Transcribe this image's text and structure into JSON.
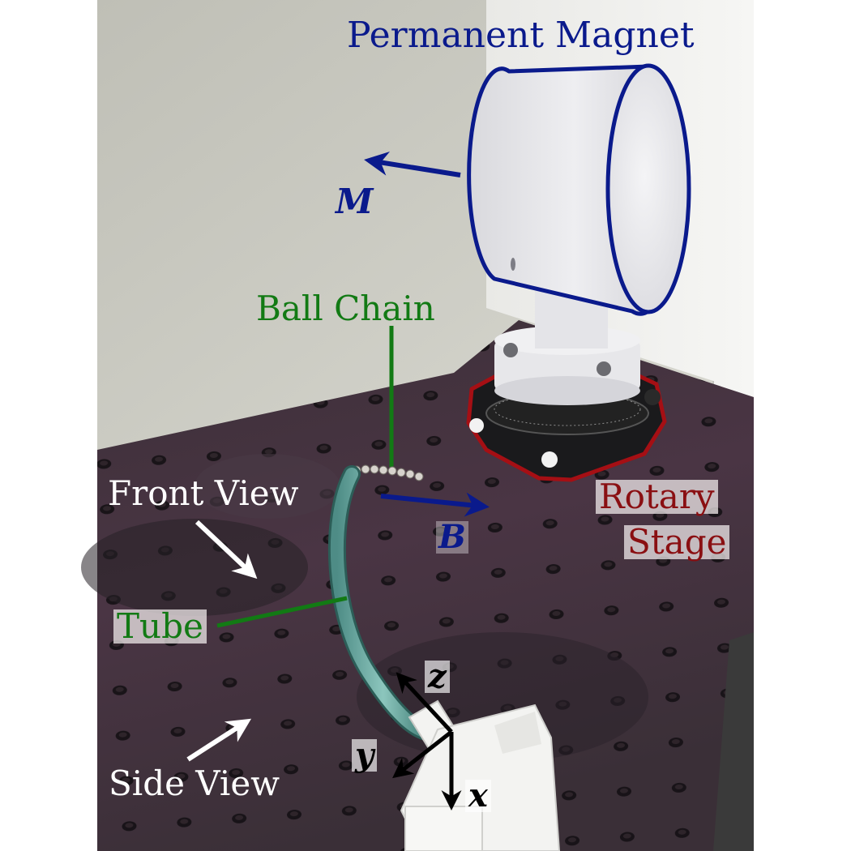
{
  "labels": {
    "magnet": "Permanent Magnet",
    "m_vector": "M",
    "ball_chain": "Ball Chain",
    "b_field": "B",
    "rotary_line1": "Rotary",
    "rotary_line2": "Stage",
    "front_view": "Front View",
    "tube": "Tube",
    "side_view": "Side View",
    "axis_z": "z",
    "axis_y": "y",
    "axis_x": "x"
  },
  "colors": {
    "magnet_annotation": "#0a1a8c",
    "chain_annotation": "#127a14",
    "stage_annotation": "#8a0f12",
    "view_arrows": "#ffffff",
    "axes": "#000000"
  }
}
